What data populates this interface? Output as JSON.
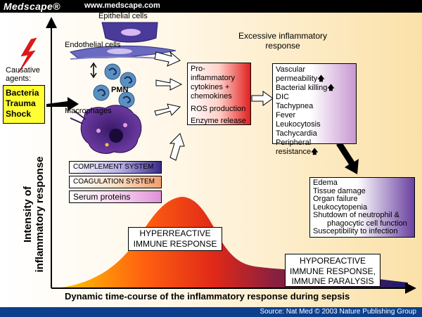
{
  "header": {
    "brand": "Medscape®",
    "url": "www.medscape.com"
  },
  "footer": {
    "source": "Source: Nat Med © 2003 Nature Publishing Group"
  },
  "cells": {
    "epithelial": "Epithelial cells",
    "endothelial": "Endothelial cells",
    "pmn": "PMN",
    "macrophages": "Macrophages"
  },
  "agents": {
    "label_line1": "Causative",
    "label_line2": "agents:",
    "items": [
      "Bacteria",
      "Trauma",
      "Shock"
    ]
  },
  "excessive_title": [
    "Excessive inflammatory",
    "response"
  ],
  "mediators": [
    "Pro-inflammatory",
    "cytokines +",
    "chemokines",
    "ROS production",
    "Enzyme release"
  ],
  "effects": [
    "Vascular permeability",
    "Bacterial killing",
    "DIC",
    "Tachypnea",
    "Fever",
    "Leukocytosis",
    "Tachycardia",
    "Peripheral resistance"
  ],
  "effects_up": [
    "Vascular permeability",
    "Bacterial killing",
    "Peripheral resistance"
  ],
  "damage": [
    "Edema",
    "Tissue damage",
    "Organ failure",
    "Leukocytopenia",
    "Shutdown of neutrophil &",
    "phagocytic cell function",
    "Susceptibility to infection"
  ],
  "systems": [
    "COMPLEMENT SYSTEM",
    "COAGULATION SYSTEM",
    "Serum proteins"
  ],
  "hyper": [
    "HYPERREACTIVE",
    "IMMUNE RESPONSE"
  ],
  "hypo": [
    "HYPOREACTIVE",
    "IMMUNE RESPONSE,",
    "IMMUNE PARALYSIS"
  ],
  "axes": {
    "ylabel_line1": "Intensity of",
    "ylabel_line2": "inflammatory response",
    "xlabel": "Dynamic time-course of the inflammatory response during sepsis"
  },
  "icons": [
    "lightning-icon",
    "epithelial-cell-icon",
    "endothelial-cell-icon",
    "pmn-cell-icon",
    "macrophage-icon"
  ]
}
